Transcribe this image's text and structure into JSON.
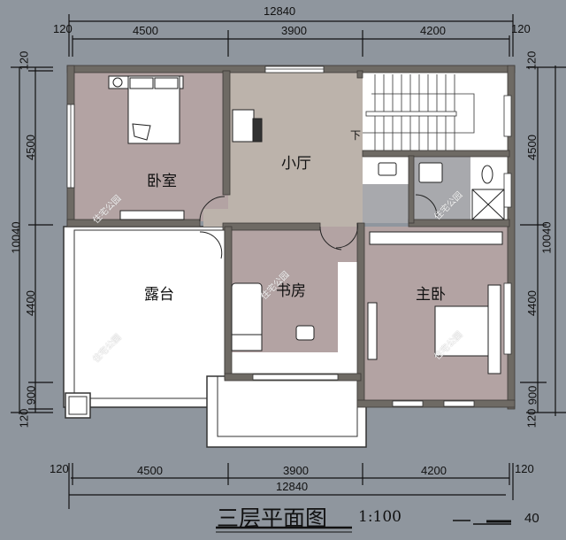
{
  "plan": {
    "title": "三层平面图",
    "scale": "1:100",
    "north_label": "40"
  },
  "dimensions": {
    "top": {
      "total": "12840",
      "edge_left": "120",
      "edge_right": "120",
      "segments": [
        "4500",
        "3900",
        "4200"
      ]
    },
    "bottom": {
      "total": "12840",
      "edge_left": "120",
      "edge_right": "120",
      "segments": [
        "4500",
        "3900",
        "4200"
      ]
    },
    "left": {
      "total": "10040",
      "edge_top": "120",
      "edge_bottom": "120",
      "segments": [
        "4500",
        "4400",
        "900"
      ]
    },
    "right": {
      "total": "10040",
      "edge_top": "120",
      "edge_bottom": "120",
      "segments": [
        "4500",
        "4400",
        "900"
      ]
    }
  },
  "rooms": {
    "bedroom": "卧室",
    "small_hall": "小厅",
    "terrace": "露台",
    "study": "书房",
    "master_bedroom": "主卧",
    "stair_down": "下"
  },
  "watermark": "住宅公园",
  "colors": {
    "background": "#8f969e",
    "wall": "#6e6a64",
    "bedroom_floor": "#b3a3a3",
    "hall_floor": "#bcb3ab",
    "bath_floor": "#a8a9ad",
    "terrace_floor": "#ffffff"
  }
}
